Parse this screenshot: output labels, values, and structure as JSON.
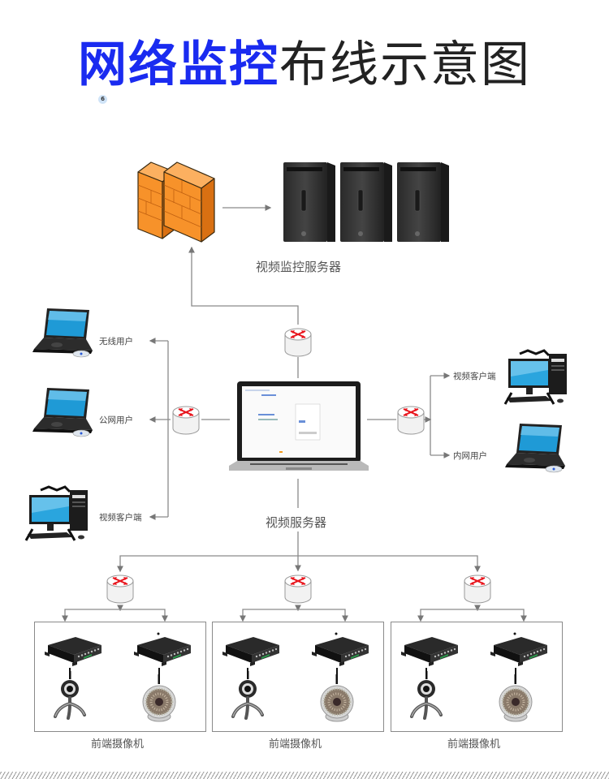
{
  "title": {
    "highlight": "网络监控",
    "rest": "布线示意图",
    "highlight_color": "#1a2bf0",
    "rest_color": "#222222"
  },
  "badge": "6",
  "nodes": {
    "firewall": {
      "icon": "firewall-icon"
    },
    "server_cluster": {
      "label": "视频监控服务器",
      "count": 3,
      "icon": "tower-server-icon"
    },
    "video_server": {
      "label": "视频服务器",
      "icon": "laptop-icon"
    },
    "left_clients": [
      {
        "label": "无线用户",
        "icon": "laptop-icon"
      },
      {
        "label": "公网用户",
        "icon": "laptop-icon"
      },
      {
        "label": "视频客户端",
        "icon": "desktop-pc-icon"
      }
    ],
    "right_clients": [
      {
        "label": "视频客户端",
        "icon": "desktop-pc-icon"
      },
      {
        "label": "内网用户",
        "icon": "laptop-icon"
      }
    ],
    "camera_groups": [
      {
        "label": "前端摄像机",
        "devices": [
          "encoder-box-icon",
          "encoder-box-icon"
        ],
        "cameras": [
          "webcam-icon",
          "ir-camera-icon"
        ]
      },
      {
        "label": "前端摄像机",
        "devices": [
          "encoder-box-icon",
          "encoder-box-icon"
        ],
        "cameras": [
          "webcam-icon",
          "ir-camera-icon"
        ]
      },
      {
        "label": "前端摄像机",
        "devices": [
          "encoder-box-icon",
          "encoder-box-icon"
        ],
        "cameras": [
          "webcam-icon",
          "ir-camera-icon"
        ]
      }
    ]
  },
  "colors": {
    "line": "#8a8a8a",
    "router_arrows": "#e8131b",
    "firewall": "#f7922a"
  }
}
